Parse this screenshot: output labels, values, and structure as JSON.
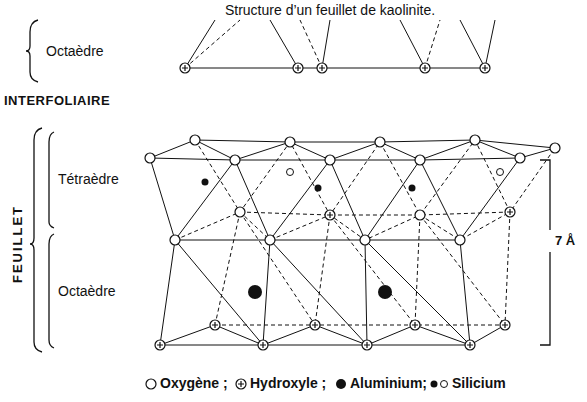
{
  "diagram": {
    "title": "Structure d’un feuillet de kaolinite.",
    "labels": [
      "Octaèdre",
      "INTERFOLIAIRE",
      "Tétraèdre",
      "FEUILLET",
      "Octaèdre",
      "7 Å"
    ],
    "legend": [
      {
        "text": "Oxygène ;"
      },
      {
        "text": "Hydroxyle ;"
      },
      {
        "text": "Aluminium;"
      },
      {
        "text": "Silicium"
      }
    ]
  }
}
